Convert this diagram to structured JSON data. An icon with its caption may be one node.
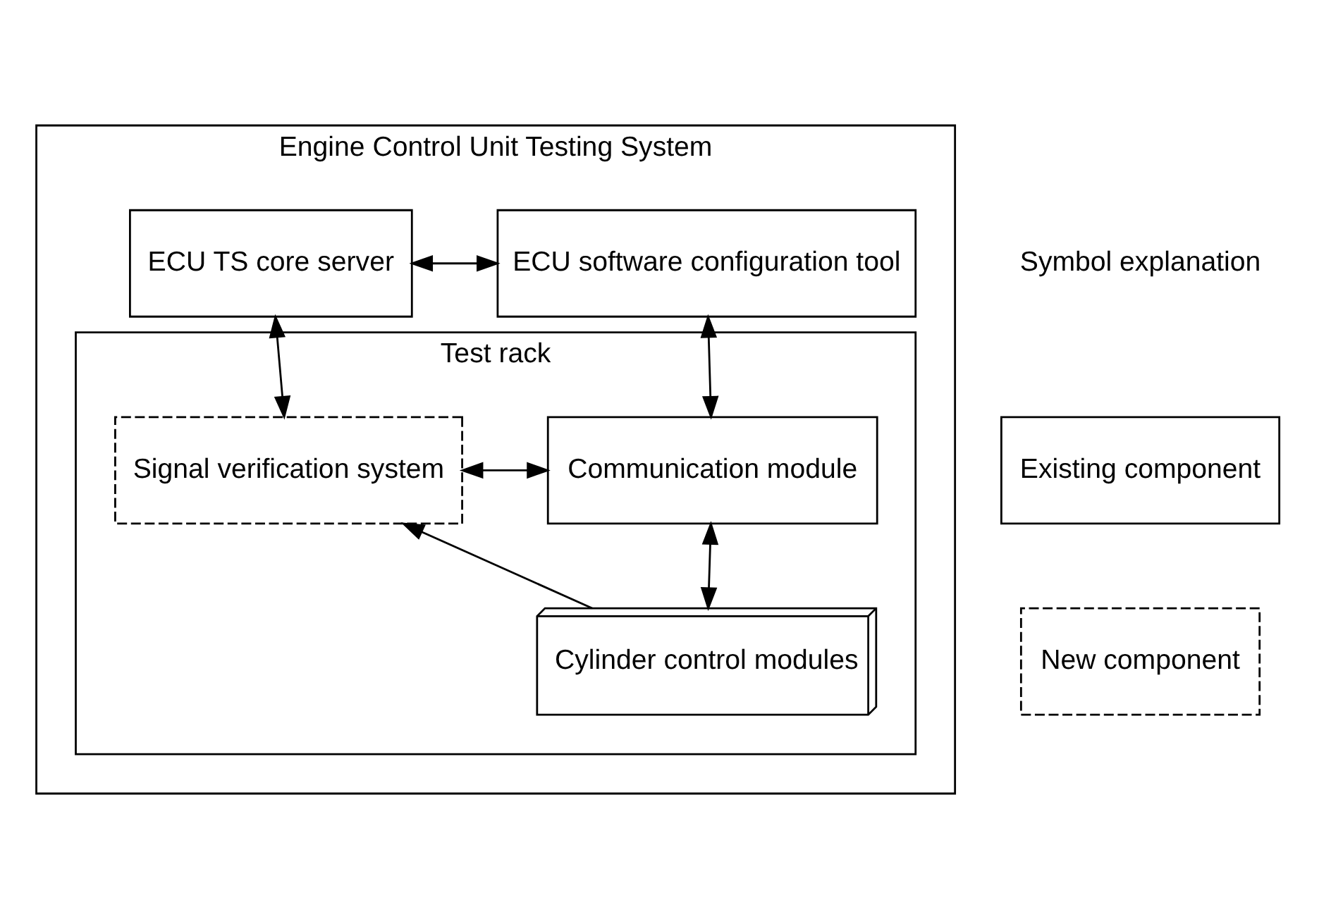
{
  "diagram": {
    "nodes": [
      {
        "text": [
          "Engine Control Unit Testing System"
        ]
      },
      {
        "text": [
          "ECU TS core server"
        ],
        "in": 0
      },
      {
        "text": [
          "ECU software configuration tool"
        ],
        "in": 0
      },
      {
        "text": [
          "Test rack"
        ],
        "in": 0
      },
      {
        "text": [
          "Signal verification system"
        ],
        "in": 3
      },
      {
        "text": [
          "Communication module"
        ],
        "in": 3
      },
      {
        "text": [
          "Cylinder control modules"
        ],
        "in": 3
      },
      {
        "text": [
          "Existing component"
        ]
      },
      {
        "text": [
          "New component"
        ]
      }
    ],
    "edges": [
      {
        "from": 1,
        "to": 2,
        "arrow": "both"
      },
      {
        "from": 1,
        "to": 4,
        "arrow": "both"
      },
      {
        "from": 2,
        "to": 5,
        "arrow": "both"
      },
      {
        "from": 4,
        "to": 5,
        "arrow": "both"
      },
      {
        "from": 5,
        "to": 6,
        "arrow": "both"
      },
      {
        "from": 6,
        "to": 4,
        "arrow": "to"
      }
    ],
    "labels": [
      "Symbol explanation"
    ]
  }
}
